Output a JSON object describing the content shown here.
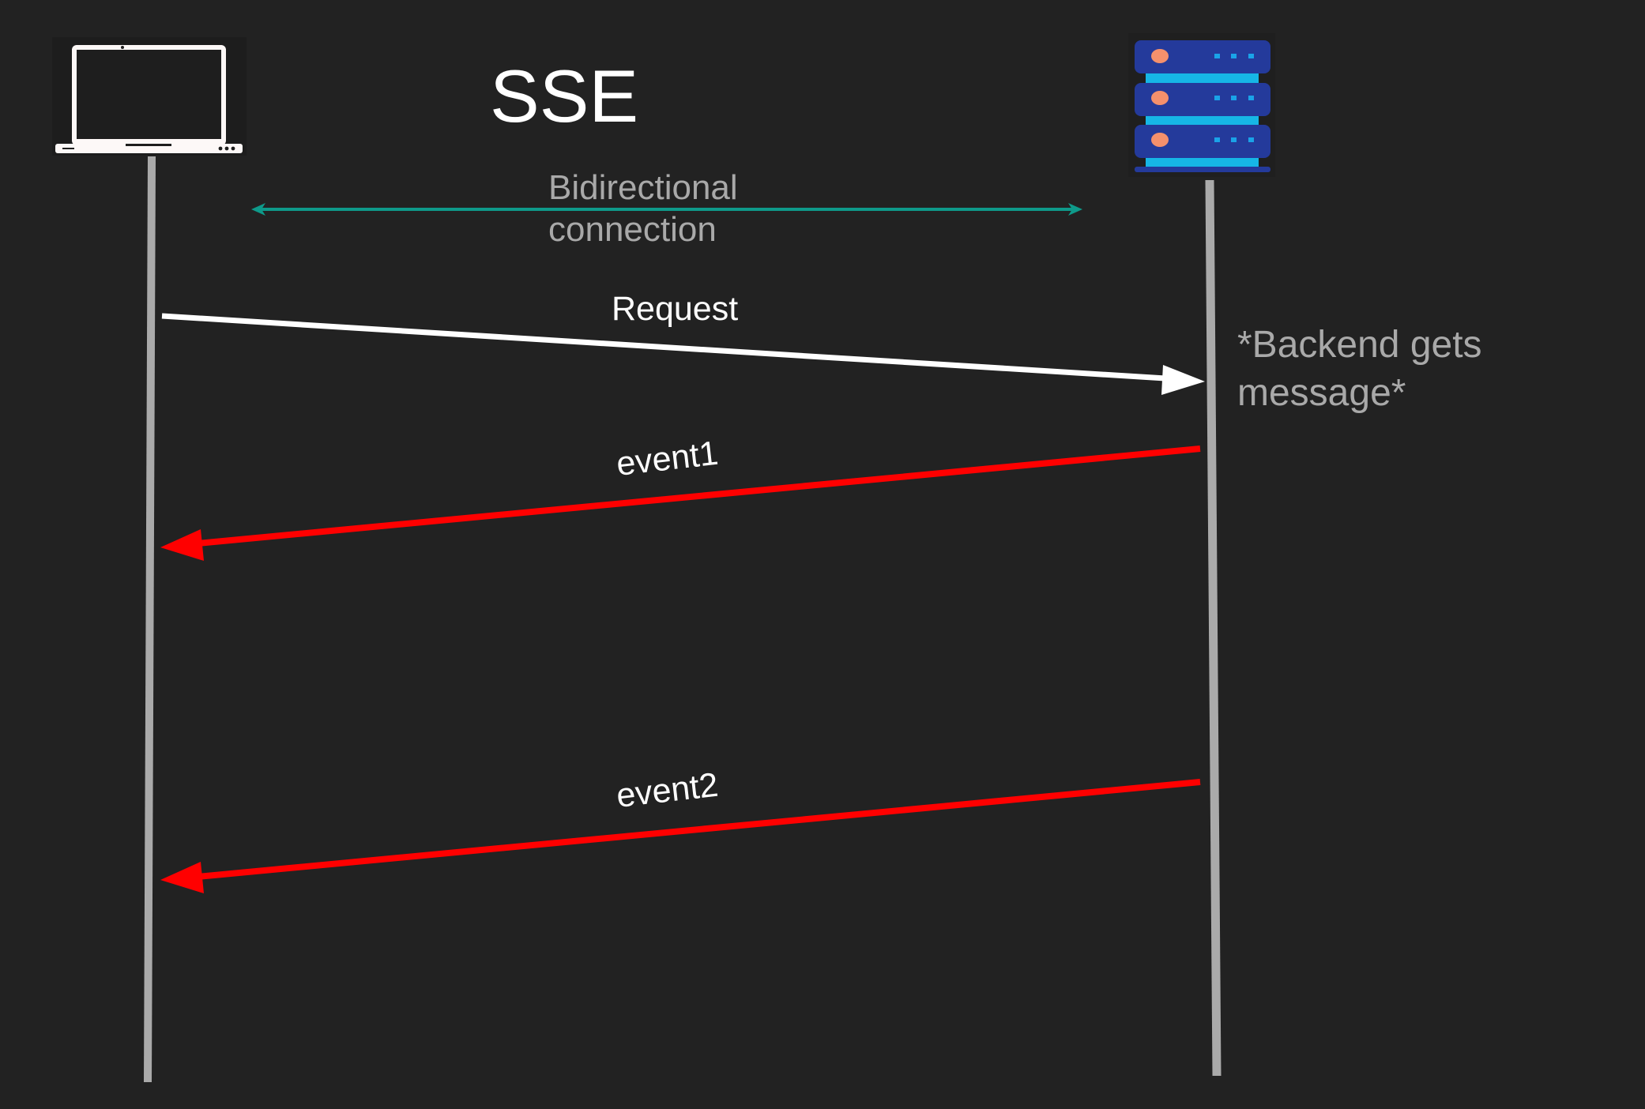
{
  "diagram": {
    "title": "SSE",
    "participants": [
      {
        "id": "client",
        "icon": "laptop-icon"
      },
      {
        "id": "server",
        "icon": "server-icon"
      }
    ],
    "connection_label_line1": "Bidirectional",
    "connection_label_line2": "connection",
    "messages": [
      {
        "label": "Request",
        "from": "client",
        "to": "server",
        "color": "#ffffff"
      },
      {
        "label": "event1",
        "from": "server",
        "to": "client",
        "color": "#ff0000"
      },
      {
        "label": "event2",
        "from": "server",
        "to": "client",
        "color": "#ff0000"
      }
    ],
    "server_note_line1": "*Backend gets",
    "server_note_line2": "message*",
    "colors": {
      "background": "#222222",
      "lifeline": "#aaaaaa",
      "connection_arrow": "#0e9a8a",
      "request_arrow": "#ffffff",
      "event_arrow": "#ff0000",
      "note_text": "#a9a9a9"
    }
  }
}
